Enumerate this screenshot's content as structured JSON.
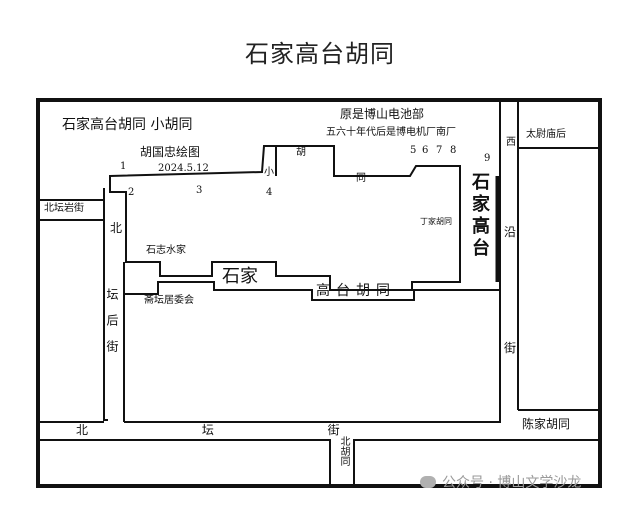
{
  "page_title": "石家高台胡同",
  "map": {
    "heading": "石家高台胡同 小胡同",
    "author": "胡国忠绘图",
    "date": "2024.5.12",
    "note_line1": "原是博山电池部",
    "note_line2": "五六十年代后是博电机厂南厂",
    "numbers": [
      "1",
      "2",
      "3",
      "4",
      "5",
      "6",
      "7",
      "8",
      "9"
    ],
    "streets": {
      "north_left": "北坛岩街",
      "north_altar_back_v1": "北",
      "north_altar_back_v2": "坛后街",
      "north_altar_bottom": "北 坛 街",
      "beitan_hutong": "北胡同",
      "west_street_v": "西",
      "yan_street_v1": "沿",
      "yan_street_v2": "街",
      "tai_wei_miao_hou": "太尉庙后",
      "chen_jia_hutong": "陈家胡同",
      "shi_jia_gao_tai_v": "石家高台",
      "gao_tai_hutong": "高台胡同",
      "xiao_hu_tong_v": "胡",
      "hu_tong_small": "同"
    },
    "labels": {
      "shi_zhi_shui_jia": "石志水家",
      "shi_jia": "石家",
      "zhai_tan_ju_wei_hui": "斋坛居委会",
      "ding_jia_hu_tong": "丁家胡同",
      "xiao": "小"
    }
  },
  "watermark": "公众号 · 博山文学沙龙"
}
